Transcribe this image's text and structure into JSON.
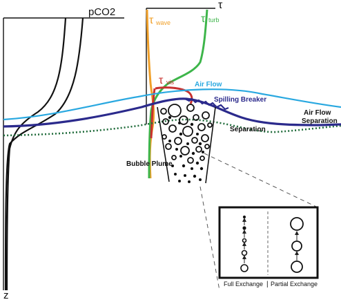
{
  "labels": {
    "pco2": "pCO2",
    "tau": "τ",
    "tau_wave_sym": "τ",
    "tau_wave_sub": "wave",
    "tau_turb_sym": "τ",
    "tau_turb_sub": "turb",
    "tau_vis_sym": "τ",
    "tau_vis_sub": "vis",
    "air_flow": "Air Flow",
    "spilling_breaker": "Spilling Breaker",
    "air_flow_separation_1": "Air Flow",
    "air_flow_separation_2": "Separation",
    "separation": "Separation",
    "bubble_plume": "Bubble Plume",
    "z": "z",
    "full_exchange": "Full Exchange",
    "divider": "|",
    "partial_exchange": "Partial Exchange"
  },
  "colors": {
    "black": "#111111",
    "air_flow": "#29a8e0",
    "breaker": "#2b2a8c",
    "separation_dotted": "#1f6b3a",
    "tau_wave": "#f0a02a",
    "tau_turb": "#3db54a",
    "tau_vis": "#c8312f",
    "grey": "#777777"
  }
}
